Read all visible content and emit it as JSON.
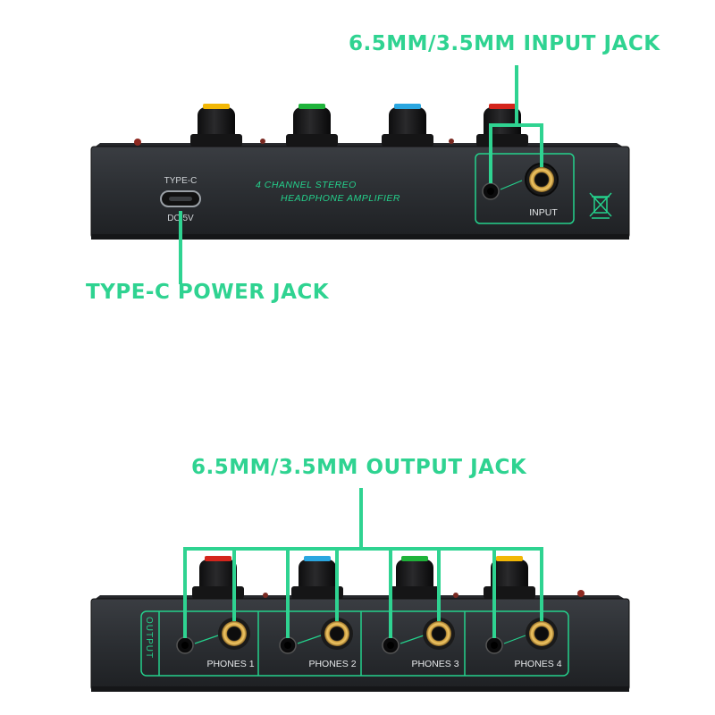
{
  "accent_color": "#2fd391",
  "panel_text_color": "#24d18c",
  "callouts": {
    "input_jack": "6.5MM/3.5MM INPUT JACK",
    "power_jack": "TYPE-C POWER JACK",
    "output_jack": "6.5MM/3.5MM OUTPUT JACK"
  },
  "rear_panel": {
    "type_c_label": "TYPE-C",
    "dc_label": "DC 5V",
    "product_line1": "4 CHANNEL STEREO",
    "product_line2": "HEADPHONE AMPLIFIER",
    "input_label": "INPUT",
    "disposal_icon": "crossed-out-bin-icon",
    "knob_colors": [
      "#f2b705",
      "#1fb33a",
      "#2aa6e0",
      "#d4251c"
    ]
  },
  "front_panel": {
    "output_label": "OUTPUT",
    "phones": [
      "PHONES 1",
      "PHONES 2",
      "PHONES 3",
      "PHONES 4"
    ],
    "knob_colors": [
      "#d4251c",
      "#2aa6e0",
      "#1fb33a",
      "#f2b705"
    ]
  }
}
